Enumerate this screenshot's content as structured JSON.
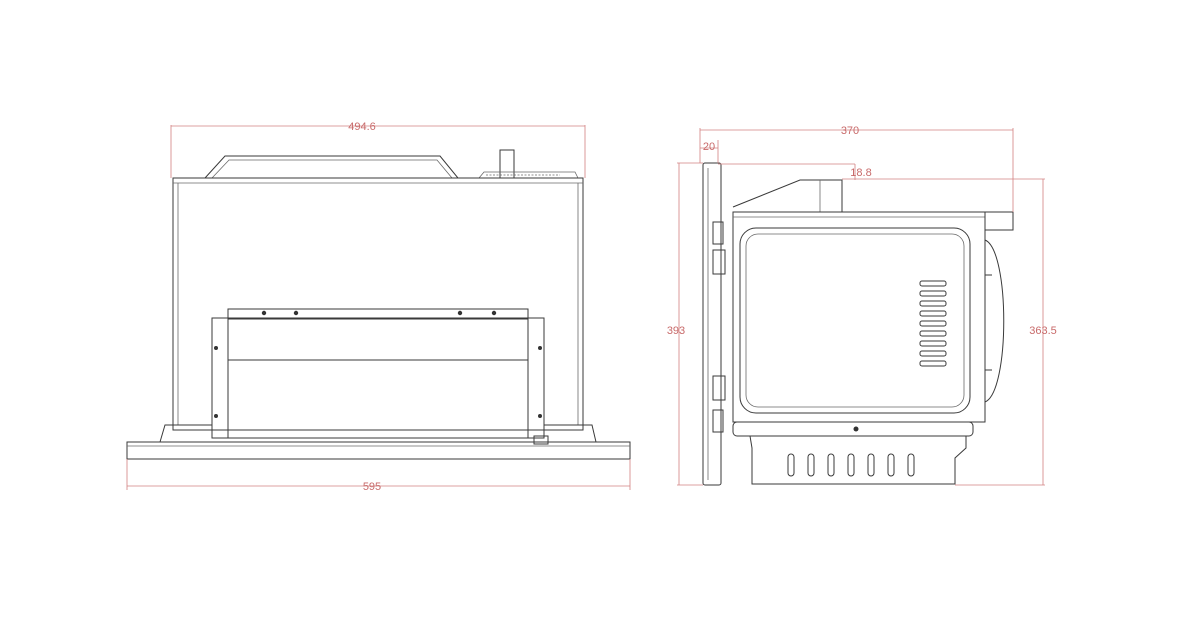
{
  "front_view": {
    "dim_top_width": "494.6",
    "dim_bottom_width": "595"
  },
  "side_view": {
    "dim_top_depth": "370",
    "dim_frame_thickness": "20",
    "dim_offset": "18.8",
    "dim_total_height": "393",
    "dim_body_height": "363.5"
  },
  "colors": {
    "line": "#3a3a3a",
    "dimension": "#d28080"
  }
}
